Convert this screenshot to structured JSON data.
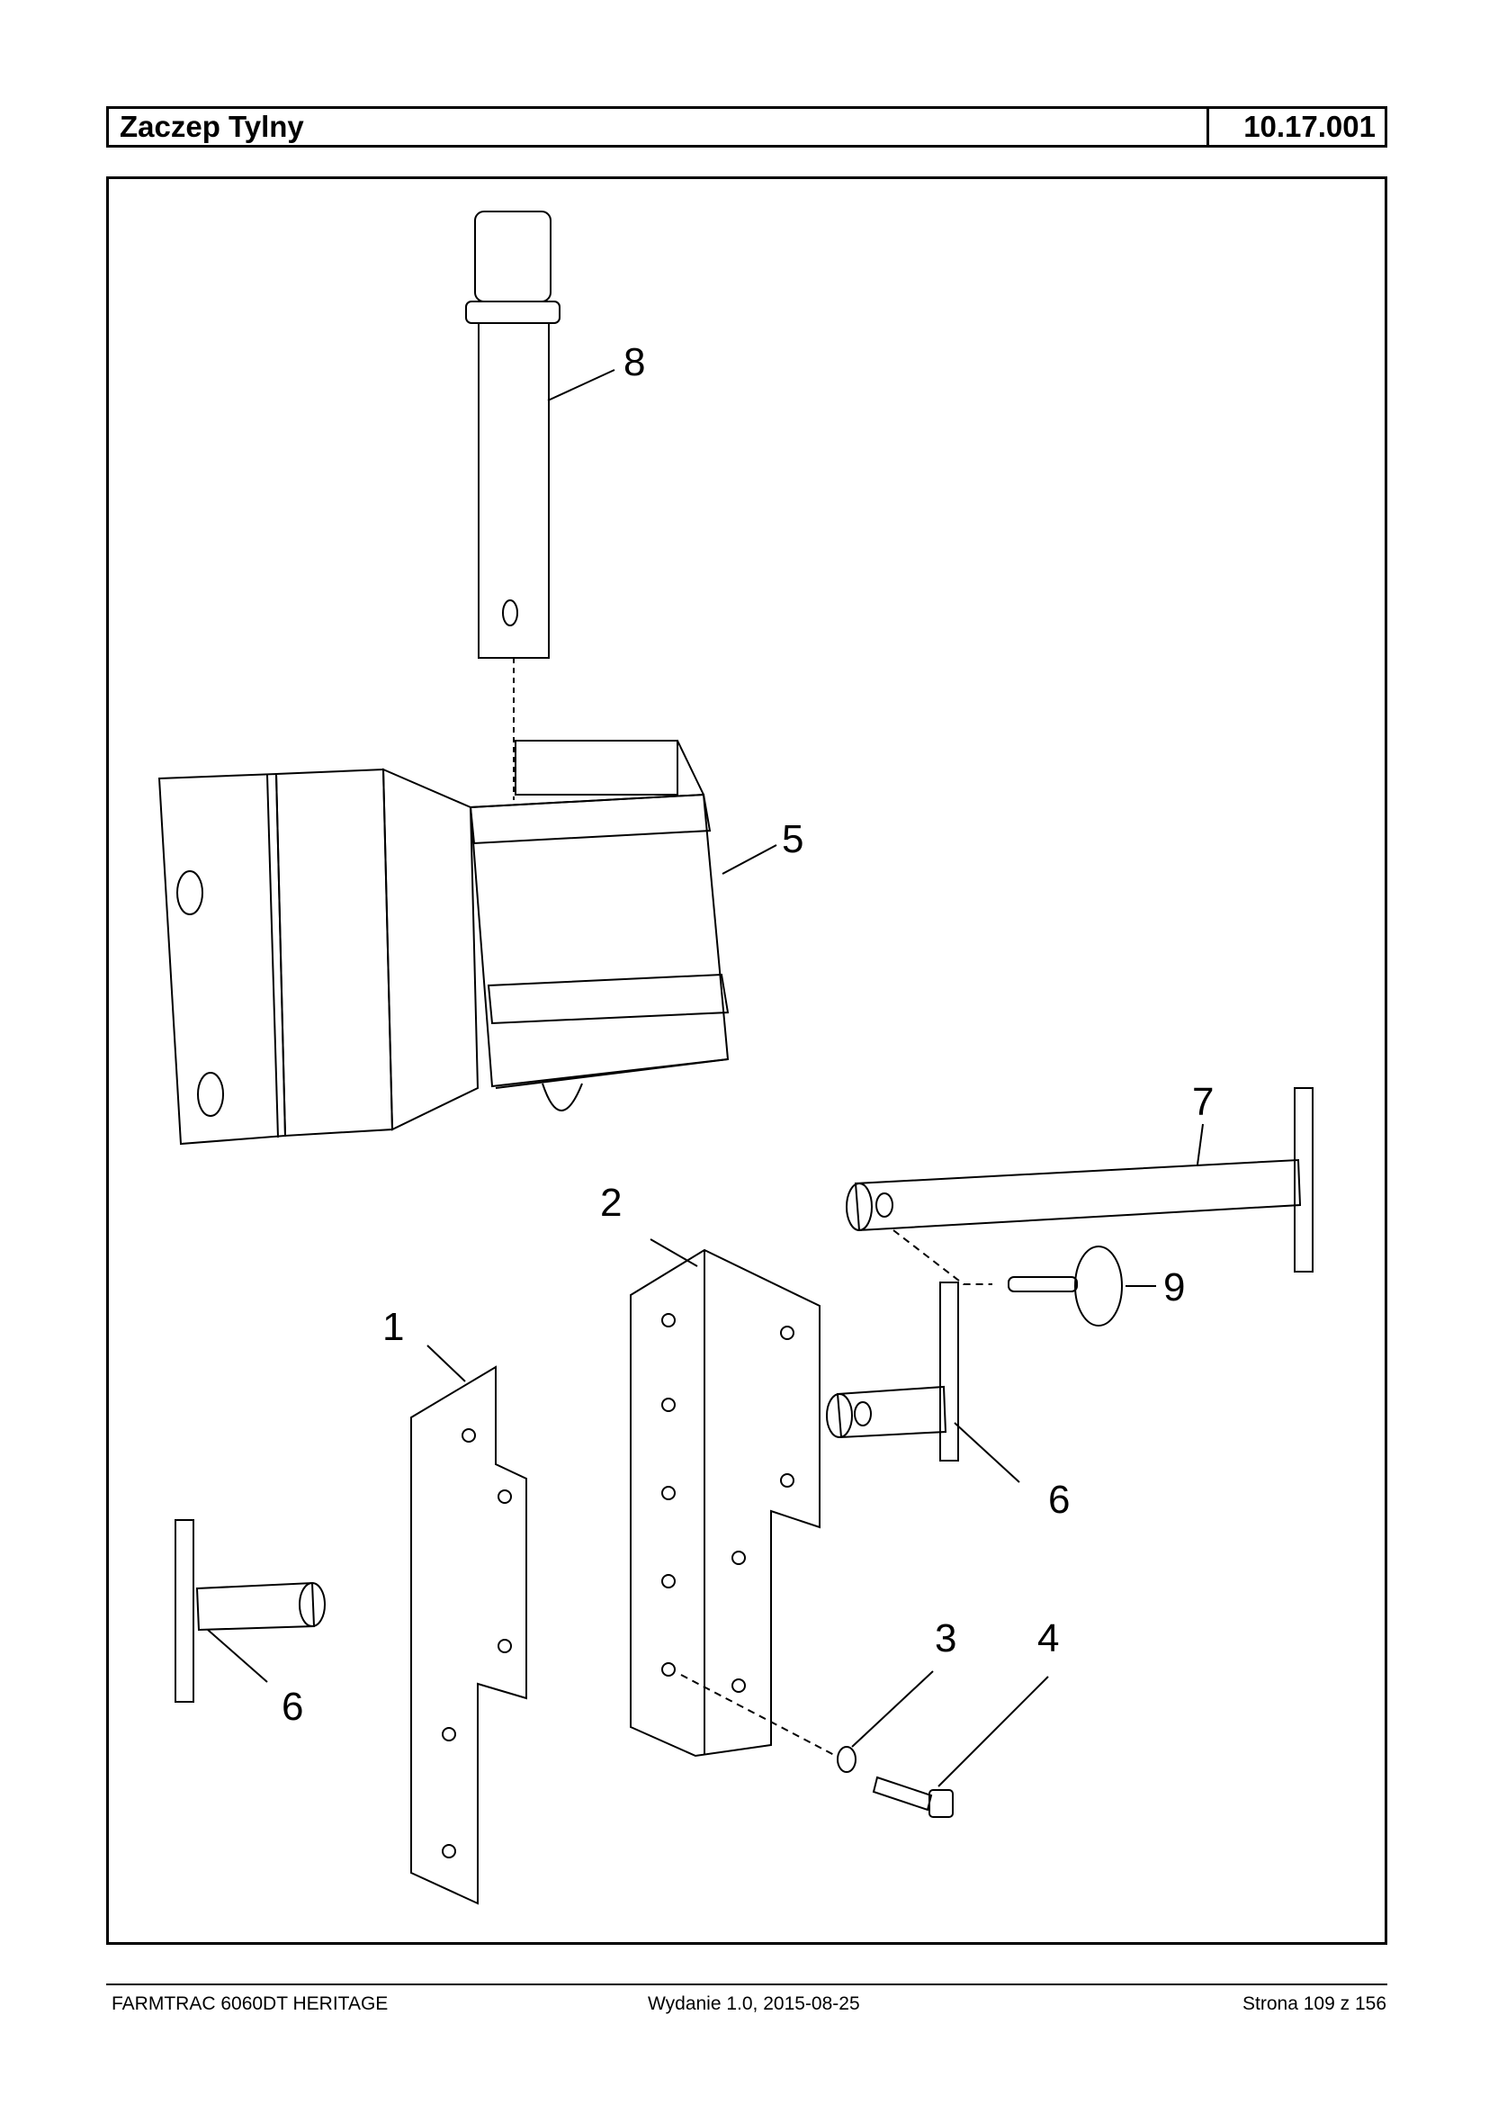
{
  "header": {
    "title": "Zaczep Tylny",
    "code": "10.17.001"
  },
  "callouts": {
    "c1": "1",
    "c2": "2",
    "c3": "3",
    "c4": "4",
    "c5": "5",
    "c6a": "6",
    "c6b": "6",
    "c7": "7",
    "c8": "8",
    "c9": "9"
  },
  "footer": {
    "left": "FARMTRAC 6060DT HERITAGE",
    "center": "Wydanie 1.0,  2015-08-25",
    "right": "Strona 109 z 156"
  }
}
